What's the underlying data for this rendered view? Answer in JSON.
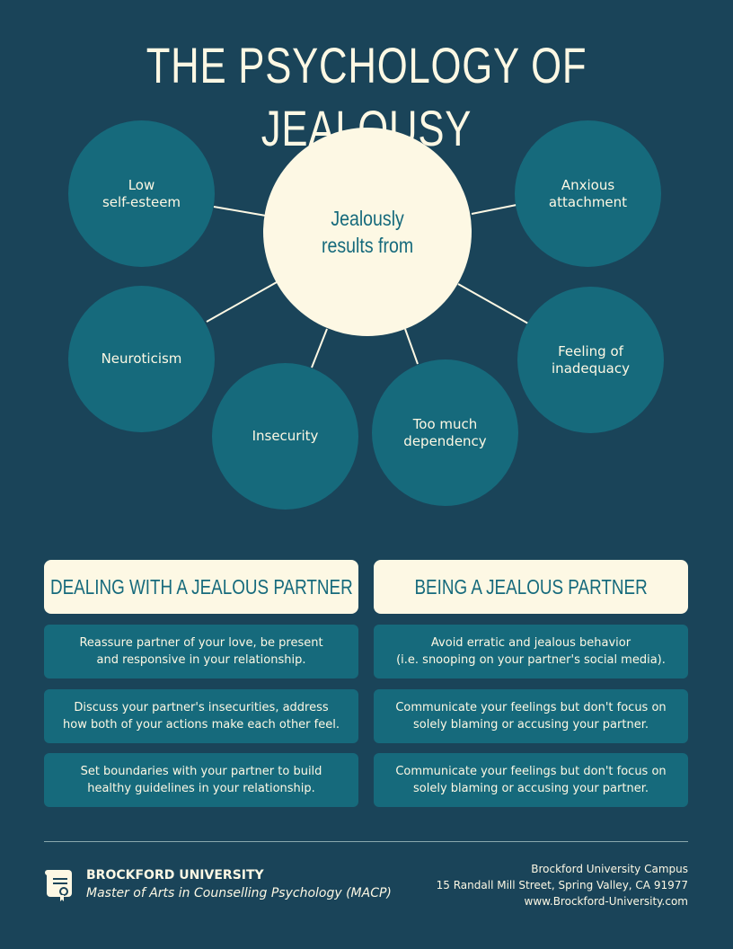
{
  "title": "THE PSYCHOLOGY OF JEALOUSY",
  "center": "Jealously\nresults from",
  "causes": [
    {
      "label": "Low\nself-esteem"
    },
    {
      "label": "Anxious\nattachment"
    },
    {
      "label": "Neuroticism"
    },
    {
      "label": "Feeling of\ninadequacy"
    },
    {
      "label": "Insecurity"
    },
    {
      "label": "Too much\ndependency"
    }
  ],
  "dealing": {
    "header": "DEALING WITH A JEALOUS PARTNER",
    "tips": [
      "Reassure partner of your love, be present\nand responsive in your relationship.",
      "Discuss your partner's insecurities, address\nhow both of your actions make each other feel.",
      "Set boundaries with your partner to build\nhealthy guidelines in your relationship."
    ]
  },
  "being": {
    "header": "BEING A JEALOUS PARTNER",
    "tips": [
      "Avoid erratic and jealous behavior\n(i.e. snooping on your partner's social media).",
      "Communicate your feelings but don't focus on\nsolely blaming or accusing your partner.",
      "Communicate your feelings but don't focus on\nsolely blaming or accusing your partner."
    ]
  },
  "footer": {
    "university": "BROCKFORD UNIVERSITY",
    "program": "Master of Arts in Counselling Psychology (MACP)",
    "address_lines": [
      "Brockford University Campus",
      "15 Randall Mill Street, Spring Valley, CA 91977",
      "www.Brockford-University.com"
    ]
  },
  "colors": {
    "background": "#1a4459",
    "circle": "#166a7c",
    "cream": "#fdf8e4"
  },
  "icons": {
    "logo": "diploma-scroll-icon"
  }
}
